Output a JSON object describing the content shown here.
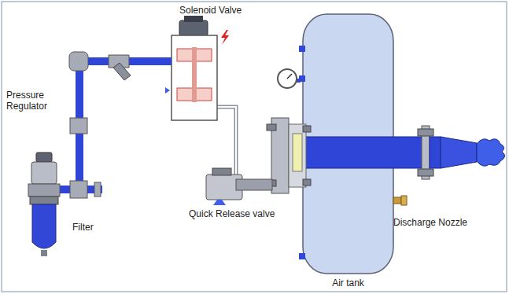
{
  "diagram": {
    "labels": [
      "Solenoid Valve",
      "Pressure Regulator",
      "Filter",
      "Quick Release valve",
      "Discharge Nozzle",
      "Air tank"
    ]
  }
}
